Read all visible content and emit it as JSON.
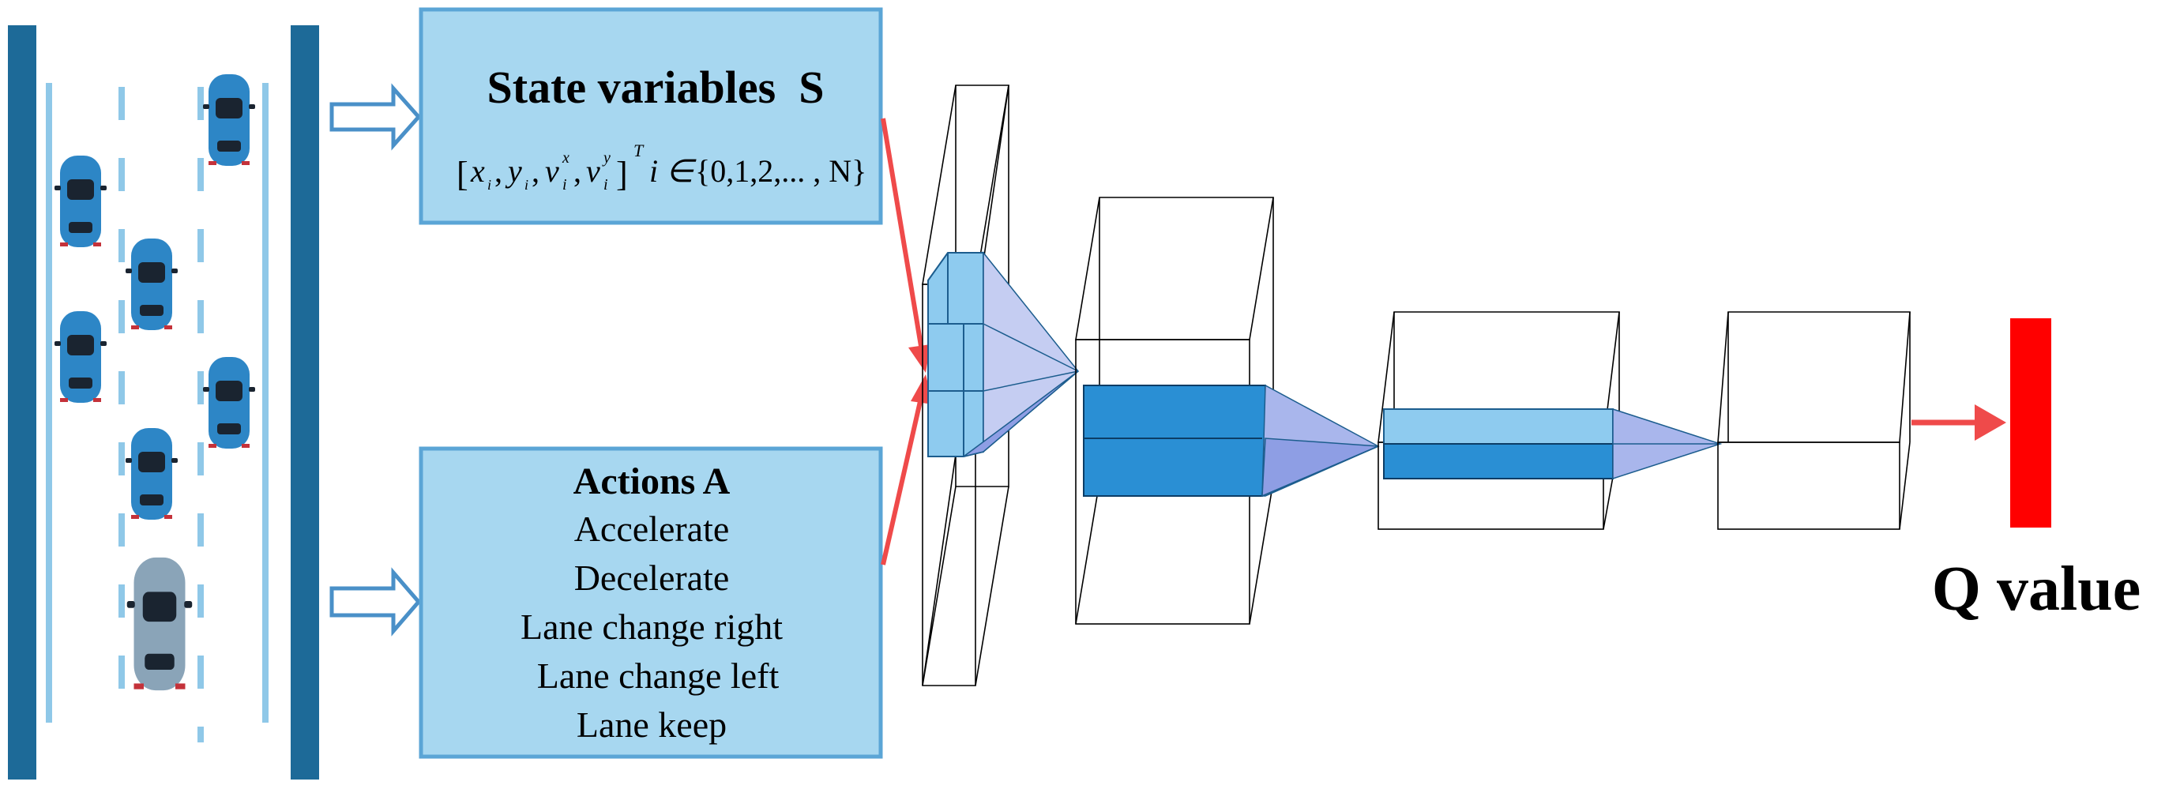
{
  "state_box": {
    "title": "State variables  S",
    "formula": {
      "open": "[",
      "x": "x",
      "sub_i_1": "i",
      "comma1": ",",
      "y": "y",
      "sub_i_2": "i",
      "comma2": ",",
      "vx": "v",
      "vx_sup": "x",
      "vx_sub": "i",
      "comma3": ",",
      "vy": "v",
      "vy_sup": "y",
      "vy_sub": "i",
      "close": "]",
      "transpose": "T",
      "i_in": "i ∈",
      "set": "{0,1,2,... , N}"
    }
  },
  "actions_box": {
    "title": "Actions A",
    "items": [
      "Accelerate",
      "Decelerate",
      "Lane change right",
      "Lane change left",
      "Lane keep"
    ]
  },
  "output": {
    "label": "Q value"
  },
  "colors": {
    "road_border": "#1d6a98",
    "lane_line": "#8fc8e8",
    "box_fill": "#a7d7f0",
    "box_border": "#5ba5d6",
    "arrow_outline": "#4a90c8",
    "red": "#ff0000",
    "red_arrow": "#ef4a4a",
    "car_blue": "#2d86c6",
    "car_grey": "#8aa4b8",
    "layer_blue": "#2a8fd4",
    "layer_light": "#8ecbef",
    "cone_fill": "#8e9ee4"
  }
}
